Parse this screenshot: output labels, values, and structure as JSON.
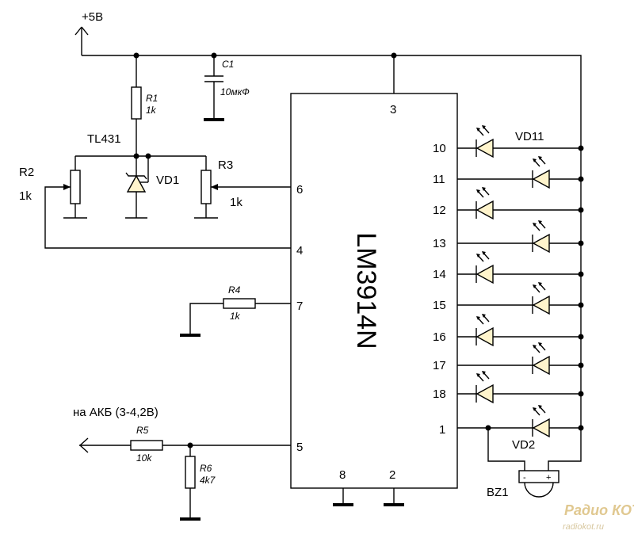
{
  "supply": "+5В",
  "tl431": "TL431",
  "battery": "на АКБ (3-4,2В)",
  "ic_name": "LM3914N",
  "components": {
    "c1": {
      "ref": "C1",
      "value": "10мкФ"
    },
    "r1": {
      "ref": "R1",
      "value": "1k"
    },
    "r2": {
      "ref": "R2",
      "value": "1k"
    },
    "r3": {
      "ref": "R3",
      "value": "1k"
    },
    "r4": {
      "ref": "R4",
      "value": "1k"
    },
    "r5": {
      "ref": "R5",
      "value": "10k"
    },
    "r6": {
      "ref": "R6",
      "value": "4k7"
    },
    "vd1": "VD1",
    "vd11": "VD11",
    "vd2": "VD2",
    "bz1": "BZ1"
  },
  "pins": {
    "p3": "3",
    "p6": "6",
    "p4": "4",
    "p7": "7",
    "p5": "5",
    "p8": "8",
    "p2": "2",
    "p10": "10",
    "p11": "11",
    "p12": "12",
    "p13": "13",
    "p14": "14",
    "p15": "15",
    "p16": "16",
    "p17": "17",
    "p18": "18",
    "p1": "1"
  },
  "buzzer_polarity": {
    "minus": "-",
    "plus": "+"
  },
  "watermark": {
    "logo": "Радио КОТ",
    "url": "radiokot.ru"
  },
  "colors": {
    "led_fill": "#fff4cc",
    "wire": "#000000",
    "watermark": "#e0c890"
  }
}
